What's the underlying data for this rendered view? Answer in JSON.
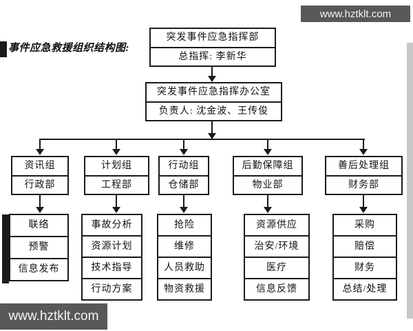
{
  "watermarks": {
    "top_right": "www.hztklt.com",
    "bottom_left": "www.hztklt.com"
  },
  "title": "事件应急救援组织结构图:",
  "colors": {
    "banner_bg": "#58585a",
    "banner_fg": "#f5f5f5",
    "line": "#1a1a1a",
    "background": "#ffffff"
  },
  "org": {
    "headquarters": {
      "name": "突发事件应急指挥部",
      "leader": "总指挥: 李新华"
    },
    "office": {
      "name": "突发事件应急指挥办公室",
      "leader": "负责人: 沈金波、王传俊"
    },
    "branches": [
      {
        "group": "资讯组",
        "dept": "行政部",
        "tasks": [
          "联络",
          "预警",
          "信息发布"
        ]
      },
      {
        "group": "计划组",
        "dept": "工程部",
        "tasks": [
          "事故分析",
          "资源计划",
          "技术指导",
          "行动方案"
        ]
      },
      {
        "group": "行动组",
        "dept": "仓储部",
        "tasks": [
          "抢险",
          "维修",
          "人员救助",
          "物资救援"
        ]
      },
      {
        "group": "后勤保障组",
        "dept": "物业部",
        "tasks": [
          "资源供应",
          "治安/环境",
          "医疗",
          "信息反馈"
        ]
      },
      {
        "group": "善后处理组",
        "dept": "财务部",
        "tasks": [
          "采购",
          "赔偿",
          "财务",
          "总结/处理"
        ]
      }
    ]
  }
}
